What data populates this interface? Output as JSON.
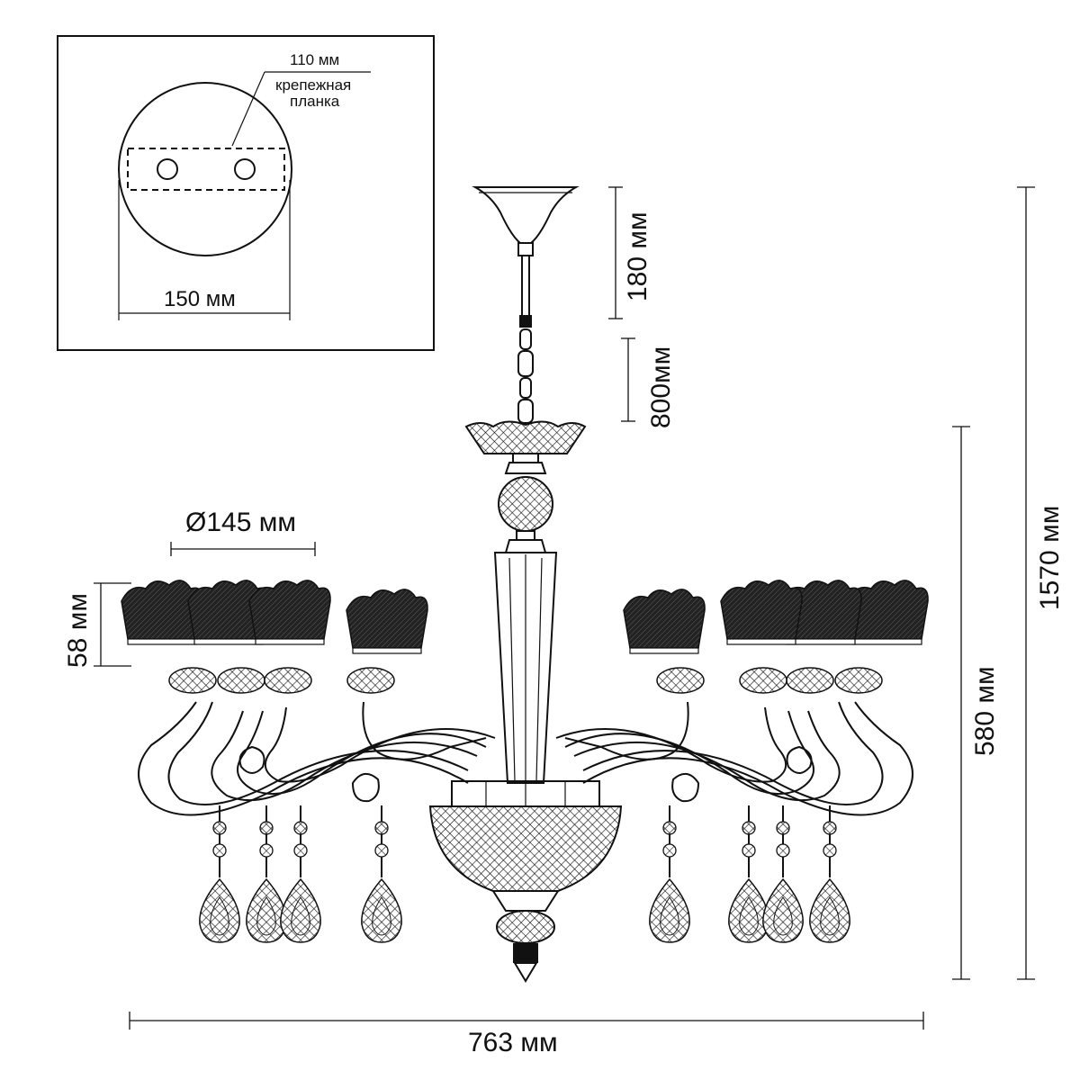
{
  "inset": {
    "plate_width_label": "110 мм",
    "plate_name_line1": "крепежная",
    "plate_name_line2": "планка",
    "canopy_diameter_label": "150 мм"
  },
  "dimensions": {
    "canopy_height": "180 мм",
    "chain_length": "800мм",
    "shade_diameter": "Ø145 мм",
    "shade_height": "58 мм",
    "body_height": "580 мм",
    "total_height": "1570 мм",
    "total_width": "763 мм"
  }
}
